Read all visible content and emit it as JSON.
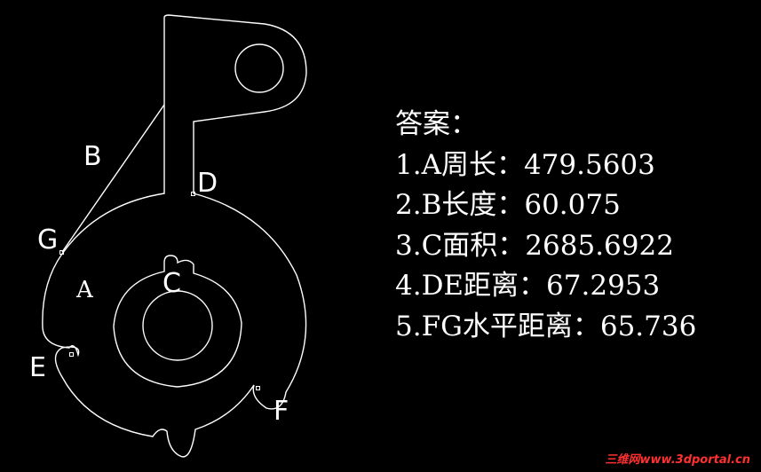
{
  "figure": {
    "labels": {
      "B": "B",
      "D": "D",
      "G": "G",
      "A": "A",
      "C": "C",
      "E": "E",
      "F": "F"
    }
  },
  "answers": {
    "title": "答案：",
    "items": [
      "1.A周长：479.5603",
      "2.B长度：60.075",
      "3.C面积：2685.6922",
      "4.DE距离：67.2953",
      "5.FG水平距离：65.736"
    ]
  },
  "watermark": "三维网www.3dportal.cn"
}
